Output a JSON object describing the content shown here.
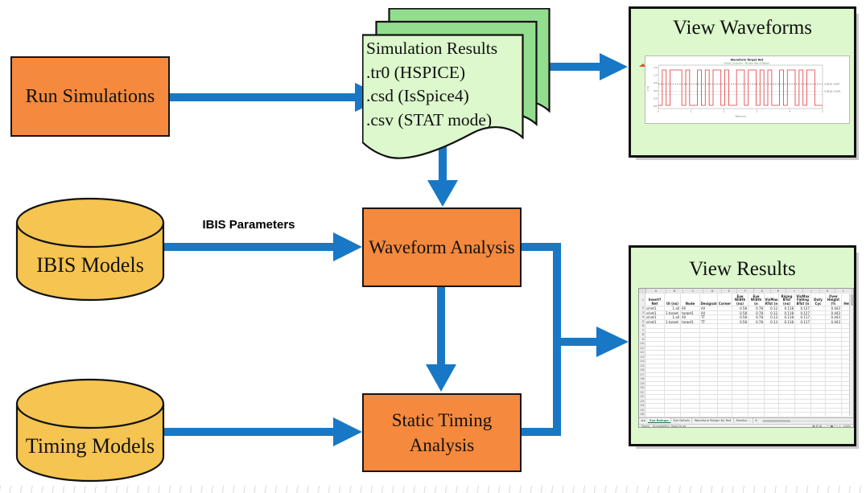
{
  "nodes": {
    "run_simulations": "Run Simulations",
    "simulation_results": {
      "title": "Simulation Results",
      "formats": [
        ".tr0 (HSPICE)",
        ".csd (IsSpice4)",
        ".csv (STAT mode)"
      ]
    },
    "view_waveforms": "View Waveforms",
    "ibis_models": "IBIS Models",
    "waveform_analysis": "Waveform Analysis",
    "timing_models": "Timing Models",
    "static_timing_analysis": {
      "line1": "Static Timing",
      "line2": "Analysis"
    },
    "view_results": "View Results"
  },
  "labels": {
    "ibis_parameters": "IBIS Parameters"
  },
  "colors": {
    "orange": "#F5893D",
    "greenLight": "#DCF8CC",
    "greenDark": "#92DE8E",
    "yellow": "#F5C451",
    "blue": "#1878C6",
    "wave_red": "#E03838"
  },
  "waveform_chart": {
    "type": "line",
    "title": "Waveform Target Net",
    "subtitle": "Demo Controller - Monitor Bits (4 Bytes)",
    "ylabel": "V (V)",
    "xlabel": "Time (ns)",
    "y_ticks": [
      "1.5",
      "1.2",
      "0.9",
      "0.6",
      "0.3",
      "0.0"
    ],
    "x_ticks": [
      "0",
      "1",
      "2",
      "3",
      "4",
      "5"
    ],
    "right_annotations": [
      "0.58 HI: -0.047",
      "0.58 LO: -0.104"
    ],
    "bits": "010111010010101101001101101010010110101100",
    "high_level": 1.5,
    "low_level": 0.0,
    "threshold_black": 0.9,
    "thresholds_gray": [
      0.6,
      0.45
    ]
  },
  "spreadsheet": {
    "column_letters": [
      "A",
      "B",
      "C",
      "D",
      "E",
      "F",
      "G",
      "H",
      "I",
      "J",
      "K",
      "L",
      "M"
    ],
    "headers": [
      "Insert? Net",
      "UI (ns)",
      "Node",
      "Designat",
      "Corner",
      "Eye Width (ns)",
      "W Test Eye Width (n",
      "VixMax RTst (n",
      "VixMax Rising BTst (ns)",
      "VixMax Falling BTst (n",
      "Duty Cyc",
      "Over Height (%",
      "Heig"
    ],
    "rows": [
      [
        "s/net1",
        "1.all",
        "All",
        "All",
        "",
        "0.58",
        "0.78",
        "0.12",
        "0.118",
        "0.127",
        "",
        "0.443",
        ""
      ],
      [
        "s/net1",
        "1.target_pad",
        "target1",
        "All",
        "",
        "0.58",
        "0.78",
        "0.12",
        "0.118",
        "0.127",
        "",
        "0.443",
        ""
      ],
      [
        "s/net1",
        "1.all",
        "All",
        "TT",
        "",
        "0.58",
        "0.78",
        "0.13",
        "0.118",
        "0.117",
        "",
        "0.443",
        ""
      ],
      [
        "s/net1",
        "1.target_pad",
        "target1",
        "TT",
        "",
        "0.58",
        "0.78",
        "0.13",
        "0.118",
        "0.117",
        "",
        "0.443",
        ""
      ]
    ],
    "row_count": 26,
    "sheet_tabs": [
      {
        "label": "Eye Rollups",
        "active": true
      },
      {
        "label": "Eye Details",
        "active": false
      },
      {
        "label": "Waveform Margin By Test",
        "active": false
      },
      {
        "label": "Monitor ...",
        "active": false
      }
    ],
    "status_left": "Ready",
    "status_note": "Accessibility: Good to go",
    "zoom": "100%"
  }
}
